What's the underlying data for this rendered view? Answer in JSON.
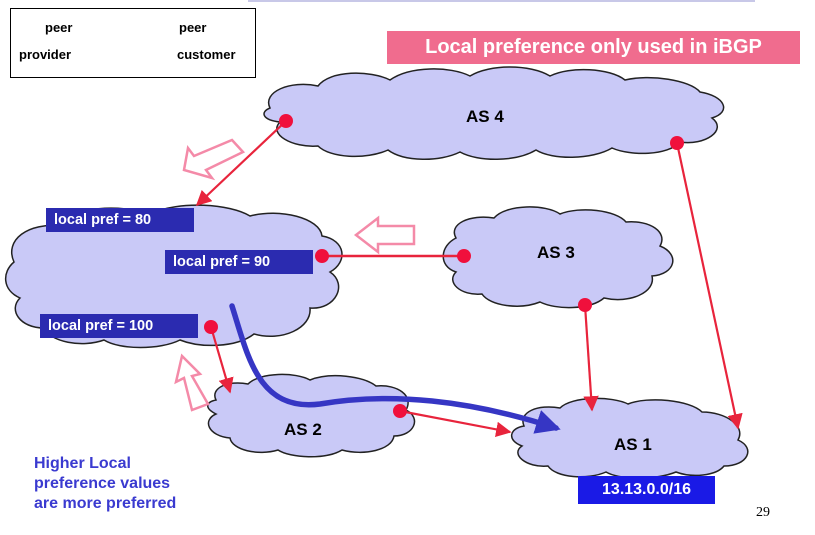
{
  "legend": {
    "row1_left": "peer",
    "row1_right": "peer",
    "row2_left": "provider",
    "row2_right": "customer"
  },
  "banner": "Local preference only used in iBGP",
  "nodes": {
    "as4": "AS 4",
    "as3": "AS 3",
    "as2": "AS 2",
    "as1": "AS 1"
  },
  "prefs": {
    "p80": "local pref = 80",
    "p90": "local pref = 90",
    "p100": "local pref = 100"
  },
  "prefix": "13.13.0.0/16",
  "note": [
    "Higher Local",
    "preference values",
    "are more preferred"
  ],
  "page_number": "29",
  "colors": {
    "cloud": "#c9c9f7",
    "link": "#e8243c",
    "dot": "#f0103c",
    "path": "#3636c4",
    "hollow_arrow": "#f48aa8",
    "banner": "#f06c8e",
    "pref_box": "#2b2bb0",
    "prefix_box": "#1a1ae6",
    "note_text": "#3a3ad0"
  }
}
